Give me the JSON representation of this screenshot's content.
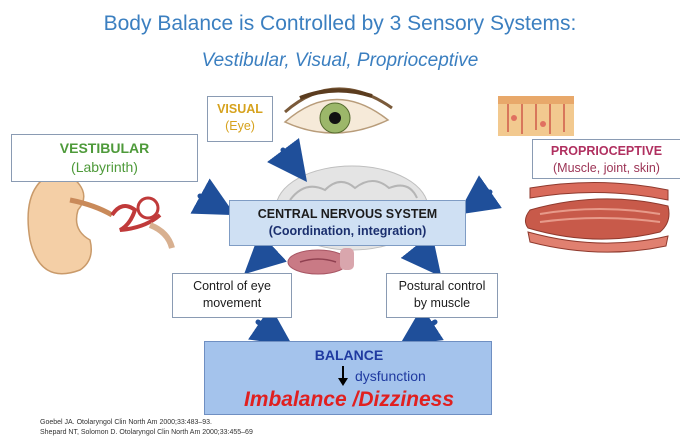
{
  "title": "Body Balance is Controlled by 3 Sensory Systems:",
  "subtitle": "Vestibular, Visual, Proprioceptive",
  "vestibular": {
    "label": "VESTIBULAR",
    "sub": "(Labyrinth)"
  },
  "visual": {
    "label": "VISUAL",
    "sub": "(Eye)"
  },
  "proprioceptive": {
    "label": "PROPRIOCEPTIVE",
    "sub": "(Muscle, joint, skin)"
  },
  "cns": {
    "label": "CENTRAL NERVOUS SYSTEM",
    "sub": "(Coordination, integration)"
  },
  "eye_control": {
    "line1": "Control of eye",
    "line2": "movement"
  },
  "postural": {
    "line1": "Postural control",
    "line2": "by muscle"
  },
  "balance": {
    "label": "BALANCE",
    "dysfunction": "dysfunction",
    "result": "Imbalance /Dizziness"
  },
  "references": [
    "Goebel JA. Otolaryngol Clin North Am 2000;33:483–93.",
    "Shepard NT, Solomon D. Otolaryngol Clin North Am 2000;33:455–69"
  ],
  "colors": {
    "title": "#3b7fc0",
    "vestibular": "#4e9a3a",
    "visual": "#d6a21d",
    "proprioceptive": "#b03060",
    "cns_fill": "#cfe0f3",
    "balance_fill": "#a4c3ec",
    "arrow": "#1f4f9a",
    "imbalance": "#e02020"
  },
  "icons": [
    "ear-illustration",
    "eye-illustration",
    "brain-illustration",
    "skin-layers-illustration",
    "muscle-illustration"
  ]
}
